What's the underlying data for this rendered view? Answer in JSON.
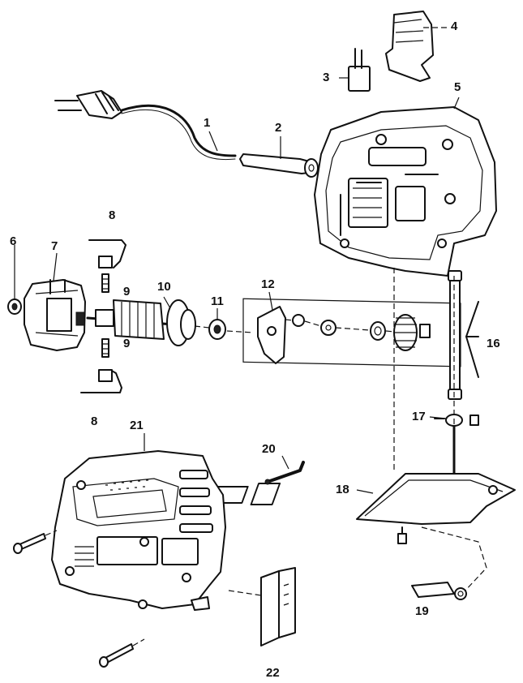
{
  "labels": {
    "p1": "1",
    "p2": "2",
    "p3": "3",
    "p4": "4",
    "p5": "5",
    "p6": "6",
    "p7": "7",
    "p8a": "8",
    "p8b": "8",
    "p9a": "9",
    "p9b": "9",
    "p10": "10",
    "p11": "11",
    "p12": "12",
    "p16": "16",
    "p17": "17",
    "p18": "18",
    "p19": "19",
    "p20": "20",
    "p21": "21",
    "p22": "22"
  }
}
